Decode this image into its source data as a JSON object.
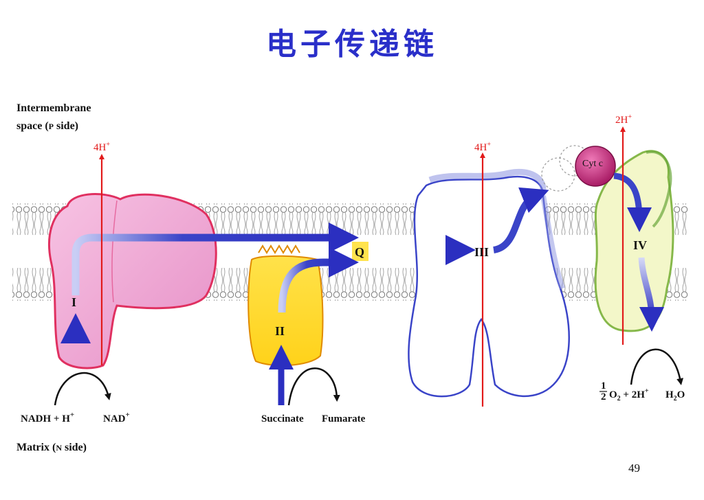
{
  "title": "电子传递链",
  "page_number": "49",
  "labels": {
    "intermembrane_line1": "Intermembrane",
    "intermembrane_line2_pre": "space (",
    "intermembrane_p": "P",
    "intermembrane_line2_post": " side)",
    "matrix_pre": "Matrix (",
    "matrix_n": "N",
    "matrix_post": " side)"
  },
  "complexes": {
    "I": "I",
    "II": "II",
    "III": "III",
    "IV": "IV",
    "Q": "Q",
    "cyt_c": "Cyt c"
  },
  "proton_pumps": {
    "complex_I_base": "4H",
    "complex_III_base": "4H",
    "complex_IV_base": "2H",
    "charge": "+"
  },
  "reactions": {
    "nadh": "NADH + H",
    "nadh_sup": "+",
    "nad": "NAD",
    "nad_sup": "+",
    "succinate": "Succinate",
    "fumarate": "Fumarate",
    "frac_num": "1",
    "frac_den": "2",
    "o2": "O",
    "o2_sub": "2",
    "plus_2h": " + 2H",
    "plus_2h_sup": "+",
    "h2o_h": "H",
    "h2o_sub": "2",
    "h2o_o": "O"
  },
  "colors": {
    "title": "#2a2fc9",
    "arrow_blue": "#2b2fc0",
    "proton_red": "#e21a1a",
    "complex_I": "#f3a9d6",
    "complex_II": "#ffd400",
    "complex_III": "#ffffff",
    "complex_IV": "#f3f7c9",
    "cyt_c": "#c8207a",
    "q_box": "#ffe34d"
  }
}
